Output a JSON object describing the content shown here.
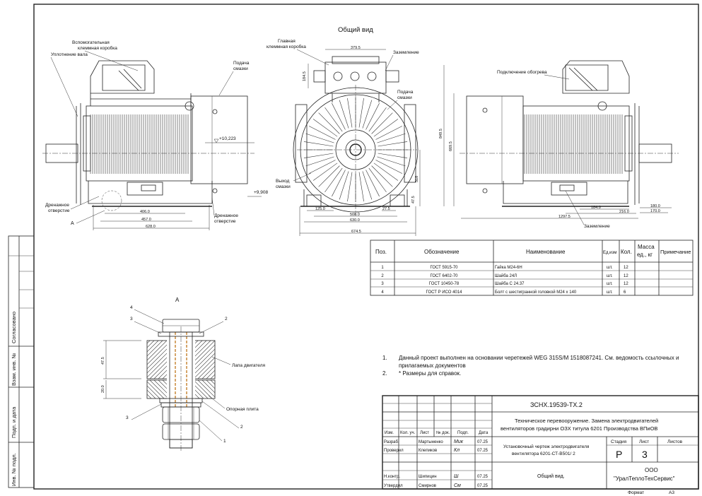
{
  "title": "Общий вид",
  "left_view": {
    "callouts": [
      "Вспомогательная клеммная коробка",
      "Уплотнение вала",
      "Подача смазки",
      "Дренажное отверстие",
      "Дренажное отверстие",
      "A"
    ],
    "dims": [
      "+10,223",
      "+9,908",
      "406.0",
      "457.0",
      "628.0"
    ]
  },
  "front_view": {
    "callouts": [
      "Главная клеммная коробка",
      "Заземление",
      "Подача смазки",
      "Выход смазки"
    ],
    "dims": [
      "379.5",
      "184.5",
      "125.0",
      "508.0",
      "27.5",
      "630.0",
      "674.5",
      "318",
      "47.5"
    ]
  },
  "right_view": {
    "callouts": [
      "Подключение обогрева",
      "Заземление"
    ],
    "dims": [
      "184.0",
      "216.0",
      "1297.5",
      "180.0",
      "170.0",
      "849.5",
      "669.5"
    ]
  },
  "parts_table": {
    "headers": [
      "Поз.",
      "Обозначение",
      "Наименование",
      "Ед.изм",
      "Кол.",
      "Масса ед., кг",
      "Примечание"
    ],
    "rows": [
      [
        "1",
        "ГОСТ 5915-70",
        "Гайка М24-6Н",
        "шт.",
        "12",
        "",
        ""
      ],
      [
        "2",
        "ГОСТ 6402-70",
        "Шайба 24Л",
        "шт.",
        "12",
        "",
        ""
      ],
      [
        "3",
        "ГОСТ 10450-78",
        "Шайба С 24.37",
        "шт.",
        "12",
        "",
        ""
      ],
      [
        "4",
        "ГОСТ Р ИСО 4014",
        "Болт с шестигранной головкой М24 х 140",
        "шт.",
        "6",
        "",
        ""
      ]
    ]
  },
  "detail": {
    "label": "A",
    "labels": [
      "Лапа двигателя",
      "Опорная плита"
    ],
    "dims": [
      "47.5",
      "20.0"
    ],
    "numbers": [
      "4",
      "3",
      "2",
      "3",
      "2",
      "1"
    ]
  },
  "notes": [
    {
      "num": "1.",
      "lines": [
        "Данный проект выполнен на основании черетежей WEG 315S/M 1518087241. См. ведомость ссылочных и",
        "прилагаемых документов"
      ]
    },
    {
      "num": "2.",
      "lines": [
        "* Размеры для справок."
      ]
    }
  ],
  "left_margin": [
    "Согласовано",
    "Взам. инв. №",
    "Подп. и дата",
    "Инв. № подл."
  ],
  "title_block": {
    "doc_code": "ЗСНХ.19539-ТХ.2",
    "project_lines": [
      "Техническое перевооружение. Замена электродвигателей",
      "вентиляторов градирни ОЗХ титула 6201 Производства ВПиОВ"
    ],
    "sheet_title_lines": [
      "Установочный чертеж электродвигателя",
      "вентилятора 6201-СТ-В501/ 2"
    ],
    "drawing_name": "Общий вид.",
    "rev_headers": [
      "Изм.",
      "Кол. уч.",
      "Лист",
      "№ док.",
      "Подп.",
      "Дата"
    ],
    "people": [
      {
        "role": "Разраб.",
        "name": "Мартыненко",
        "sign": "Мик",
        "date": "07.25"
      },
      {
        "role": "Проверил",
        "name": "Клепиков",
        "sign": "Кл",
        "date": "07.25"
      },
      {
        "role": "",
        "name": "",
        "sign": "",
        "date": ""
      },
      {
        "role": "",
        "name": "",
        "sign": "",
        "date": ""
      },
      {
        "role": "Н.контр.",
        "name": "Шипицин",
        "sign": "Ш",
        "date": "07.25"
      },
      {
        "role": "Утвердил",
        "name": "Смирнов",
        "sign": "См",
        "date": "07.25"
      }
    ],
    "stage_header": "Стадия",
    "sheet_header": "Лист",
    "sheets_header": "Листов",
    "stage": "Р",
    "sheet": "3",
    "sheets": "",
    "org_lines": [
      "ООО",
      "\"УралТеплоТехСервис\""
    ],
    "format_label": "Формат",
    "format_value": "А3"
  }
}
